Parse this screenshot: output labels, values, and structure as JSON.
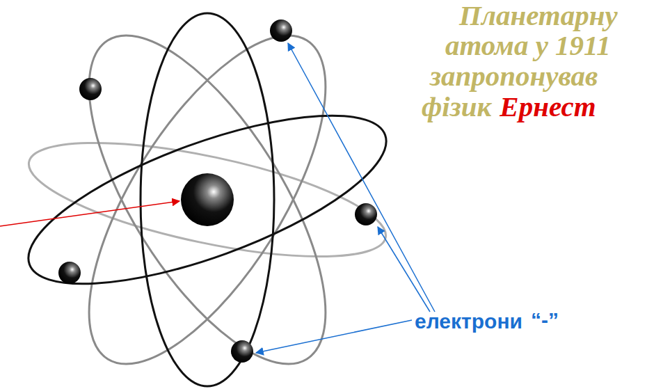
{
  "diagram": {
    "labels": [
      "Планетарну",
      "атома у 1911",
      "запропонував",
      "фізик",
      "Ернест",
      "електрони",
      "“-”"
    ]
  }
}
